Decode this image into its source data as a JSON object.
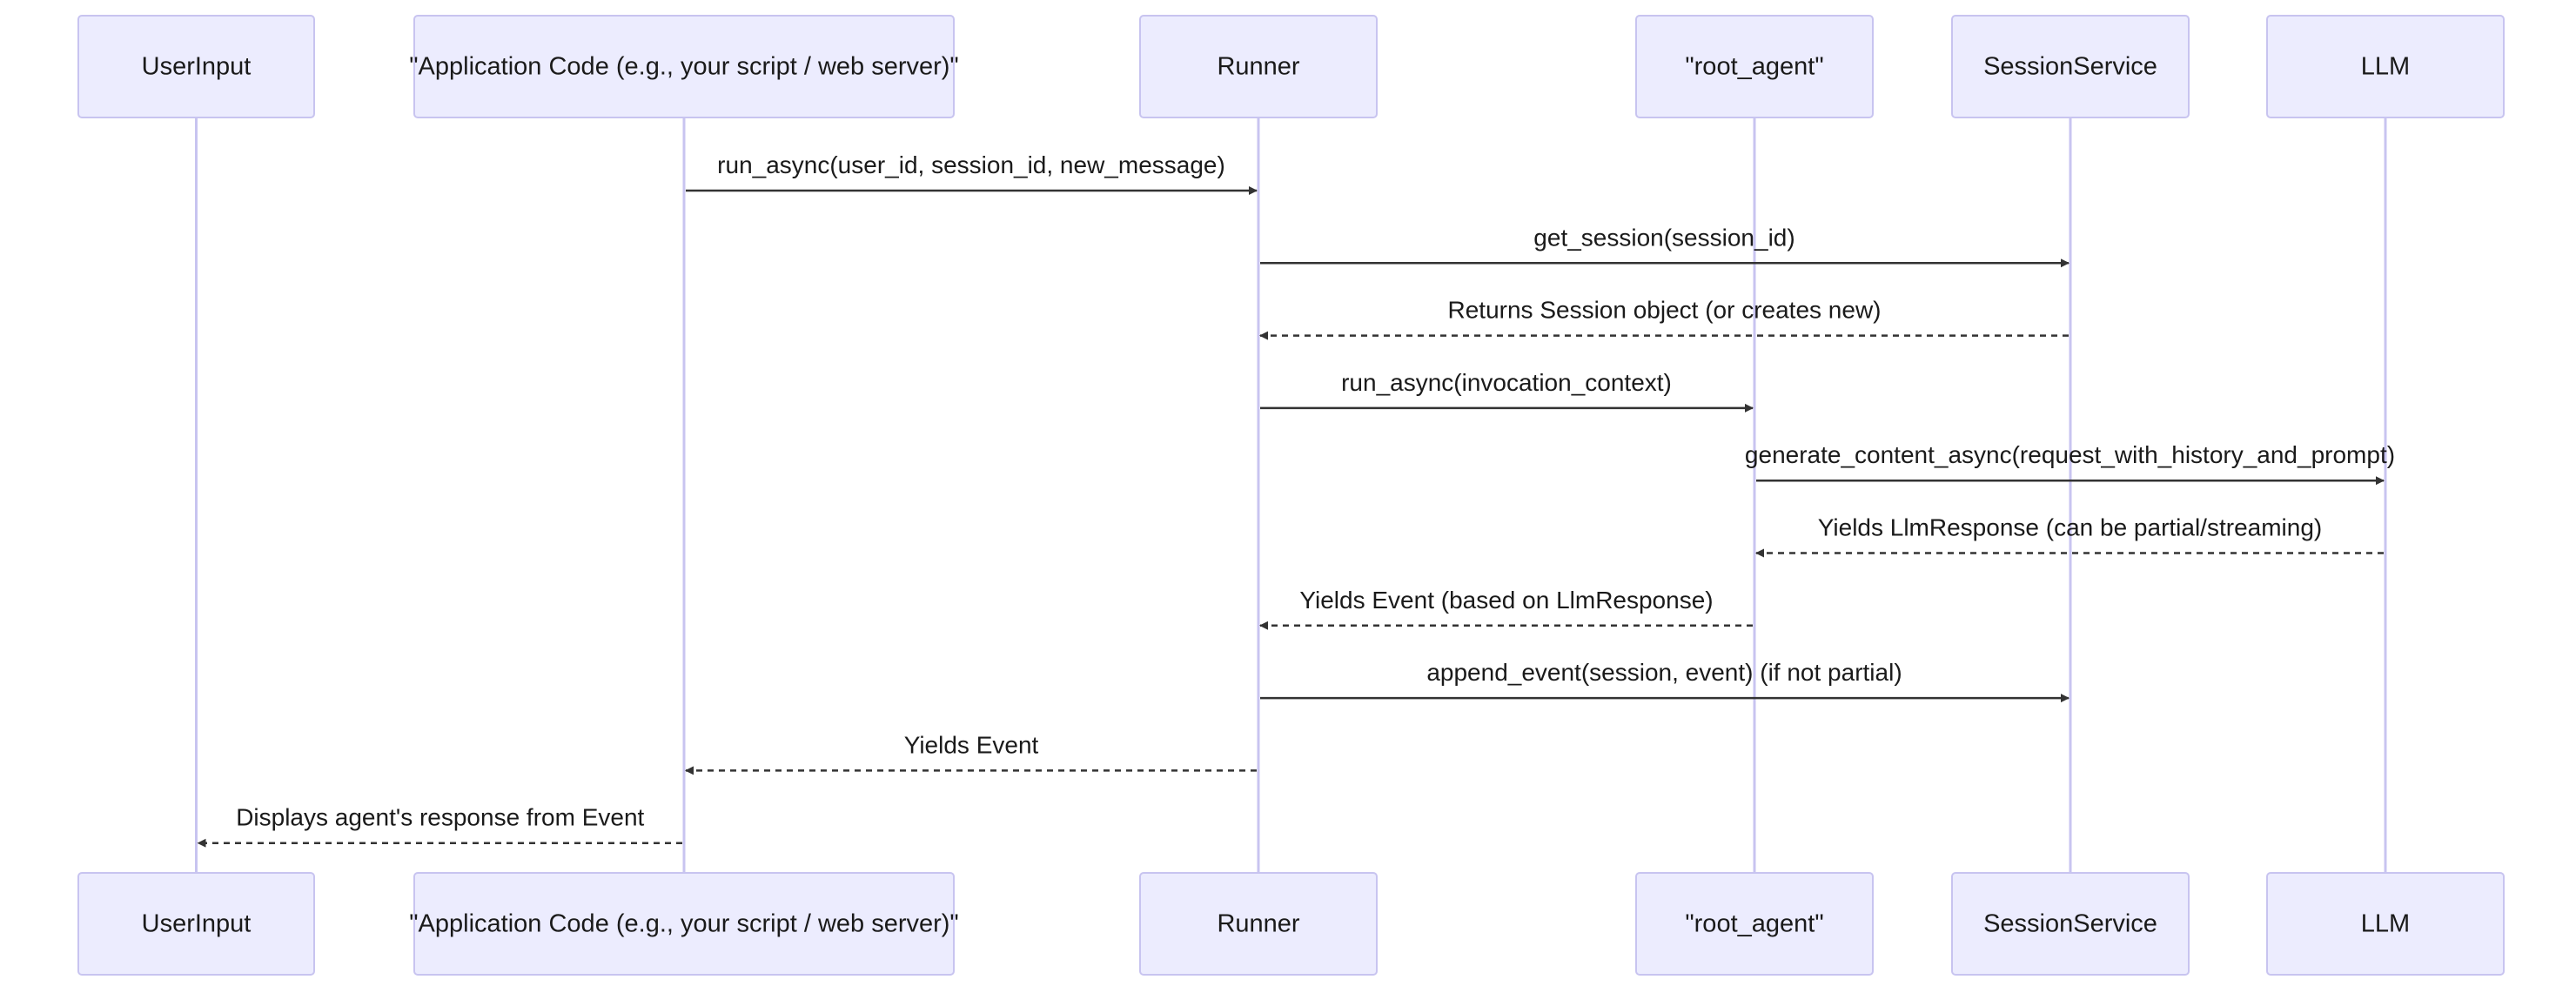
{
  "diagram": {
    "type": "sequence",
    "colors": {
      "actor_fill": "#ececfe",
      "actor_border": "#c8c4f0",
      "lifeline": "#c8c4f0",
      "arrow": "#333333",
      "text": "#1a1a1a"
    },
    "participants": [
      {
        "id": "user",
        "label": "UserInput"
      },
      {
        "id": "app",
        "label": "\"Application Code (e.g., your script / web server)\""
      },
      {
        "id": "runner",
        "label": "Runner"
      },
      {
        "id": "agent",
        "label": "\"root_agent\""
      },
      {
        "id": "session",
        "label": "SessionService"
      },
      {
        "id": "llm",
        "label": "LLM"
      }
    ],
    "messages": [
      {
        "from": "app",
        "to": "runner",
        "label": "run_async(user_id, session_id, new_message)",
        "style": "solid"
      },
      {
        "from": "runner",
        "to": "session",
        "label": "get_session(session_id)",
        "style": "solid"
      },
      {
        "from": "session",
        "to": "runner",
        "label": "Returns Session object (or creates new)",
        "style": "dashed"
      },
      {
        "from": "runner",
        "to": "agent",
        "label": "run_async(invocation_context)",
        "style": "solid"
      },
      {
        "from": "agent",
        "to": "llm",
        "label": "generate_content_async(request_with_history_and_prompt)",
        "style": "solid"
      },
      {
        "from": "llm",
        "to": "agent",
        "label": "Yields LlmResponse (can be partial/streaming)",
        "style": "dashed"
      },
      {
        "from": "agent",
        "to": "runner",
        "label": "Yields Event (based on LlmResponse)",
        "style": "dashed"
      },
      {
        "from": "runner",
        "to": "session",
        "label": "append_event(session, event) (if not partial)",
        "style": "solid"
      },
      {
        "from": "runner",
        "to": "app",
        "label": "Yields Event",
        "style": "dashed"
      },
      {
        "from": "app",
        "to": "user",
        "label": "Displays agent's response from Event",
        "style": "dashed"
      }
    ]
  }
}
